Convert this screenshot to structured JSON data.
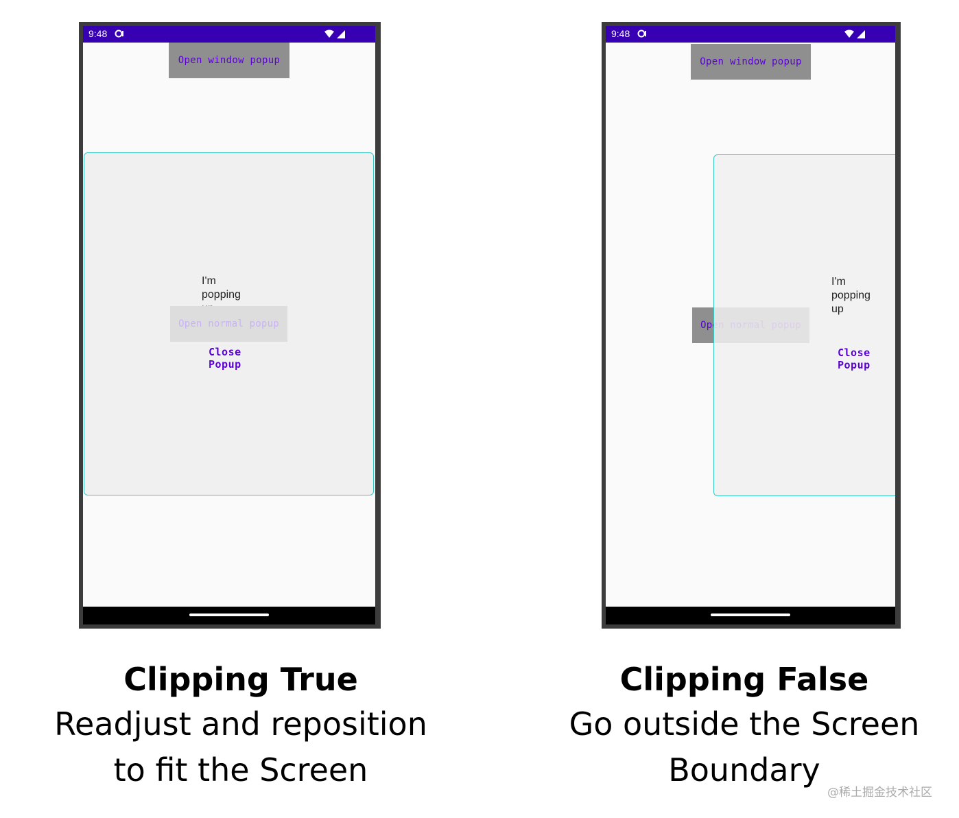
{
  "left": {
    "status_time": "9:48",
    "top_button": "Open window popup",
    "popup_text_line1": "I'm",
    "popup_text_line2": "popping",
    "popup_text_line3": "up",
    "normal_button": "Open normal popup",
    "close_line1": "Close",
    "close_line2": "Popup",
    "caption_title": "Clipping True",
    "caption_line1": "Readjust and reposition",
    "caption_line2": "to fit the Screen"
  },
  "right": {
    "status_time": "9:48",
    "top_button": "Open window popup",
    "popup_text_line1": "I'm",
    "popup_text_line2": "popping",
    "popup_text_line3": "up",
    "normal_button": "Open normal popup",
    "close_line1": "Close",
    "close_line2": "Popup",
    "caption_title": "Clipping False",
    "caption_line1": "Go outside the Screen",
    "caption_line2": "Boundary"
  },
  "watermark": "@稀土掘金技术社区",
  "colors": {
    "status_bar": "#3700b3",
    "accent_text": "#5a00d6",
    "popup_border": "#35c9c4",
    "popup_bg": "#f0f0f0"
  },
  "icons": [
    "notification-icon",
    "wifi-icon",
    "cell-signal-icon"
  ]
}
